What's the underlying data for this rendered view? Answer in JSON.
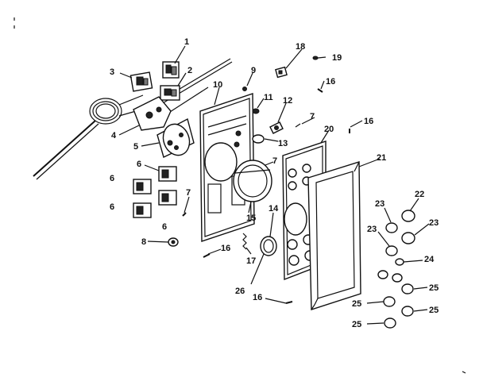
{
  "diagram": {
    "callouts": [
      {
        "id": "c1",
        "text": "1"
      },
      {
        "id": "c2",
        "text": "2"
      },
      {
        "id": "c3",
        "text": "3"
      },
      {
        "id": "c4",
        "text": "4"
      },
      {
        "id": "c5",
        "text": "5"
      },
      {
        "id": "c6a",
        "text": "6"
      },
      {
        "id": "c6b",
        "text": "6"
      },
      {
        "id": "c6c",
        "text": "6"
      },
      {
        "id": "c6d",
        "text": "6"
      },
      {
        "id": "c7a",
        "text": "7"
      },
      {
        "id": "c7b",
        "text": "7"
      },
      {
        "id": "c7c",
        "text": "7"
      },
      {
        "id": "c8",
        "text": "8"
      },
      {
        "id": "c9",
        "text": "9"
      },
      {
        "id": "c10",
        "text": "10"
      },
      {
        "id": "c11",
        "text": "11"
      },
      {
        "id": "c12",
        "text": "12"
      },
      {
        "id": "c13",
        "text": "13"
      },
      {
        "id": "c14",
        "text": "14"
      },
      {
        "id": "c15",
        "text": "15"
      },
      {
        "id": "c16a",
        "text": "16"
      },
      {
        "id": "c16b",
        "text": "16"
      },
      {
        "id": "c16c",
        "text": "16"
      },
      {
        "id": "c16d",
        "text": "16"
      },
      {
        "id": "c17",
        "text": "17"
      },
      {
        "id": "c18",
        "text": "18"
      },
      {
        "id": "c19",
        "text": "19"
      },
      {
        "id": "c20",
        "text": "20"
      },
      {
        "id": "c21",
        "text": "21"
      },
      {
        "id": "c22",
        "text": "22"
      },
      {
        "id": "c23a",
        "text": "23"
      },
      {
        "id": "c23b",
        "text": "23"
      },
      {
        "id": "c23c",
        "text": "23"
      },
      {
        "id": "c24",
        "text": "24"
      },
      {
        "id": "c25a",
        "text": "25"
      },
      {
        "id": "c25b",
        "text": "25"
      },
      {
        "id": "c25c",
        "text": "25"
      },
      {
        "id": "c25d",
        "text": "25"
      },
      {
        "id": "c26",
        "text": "26"
      }
    ]
  }
}
